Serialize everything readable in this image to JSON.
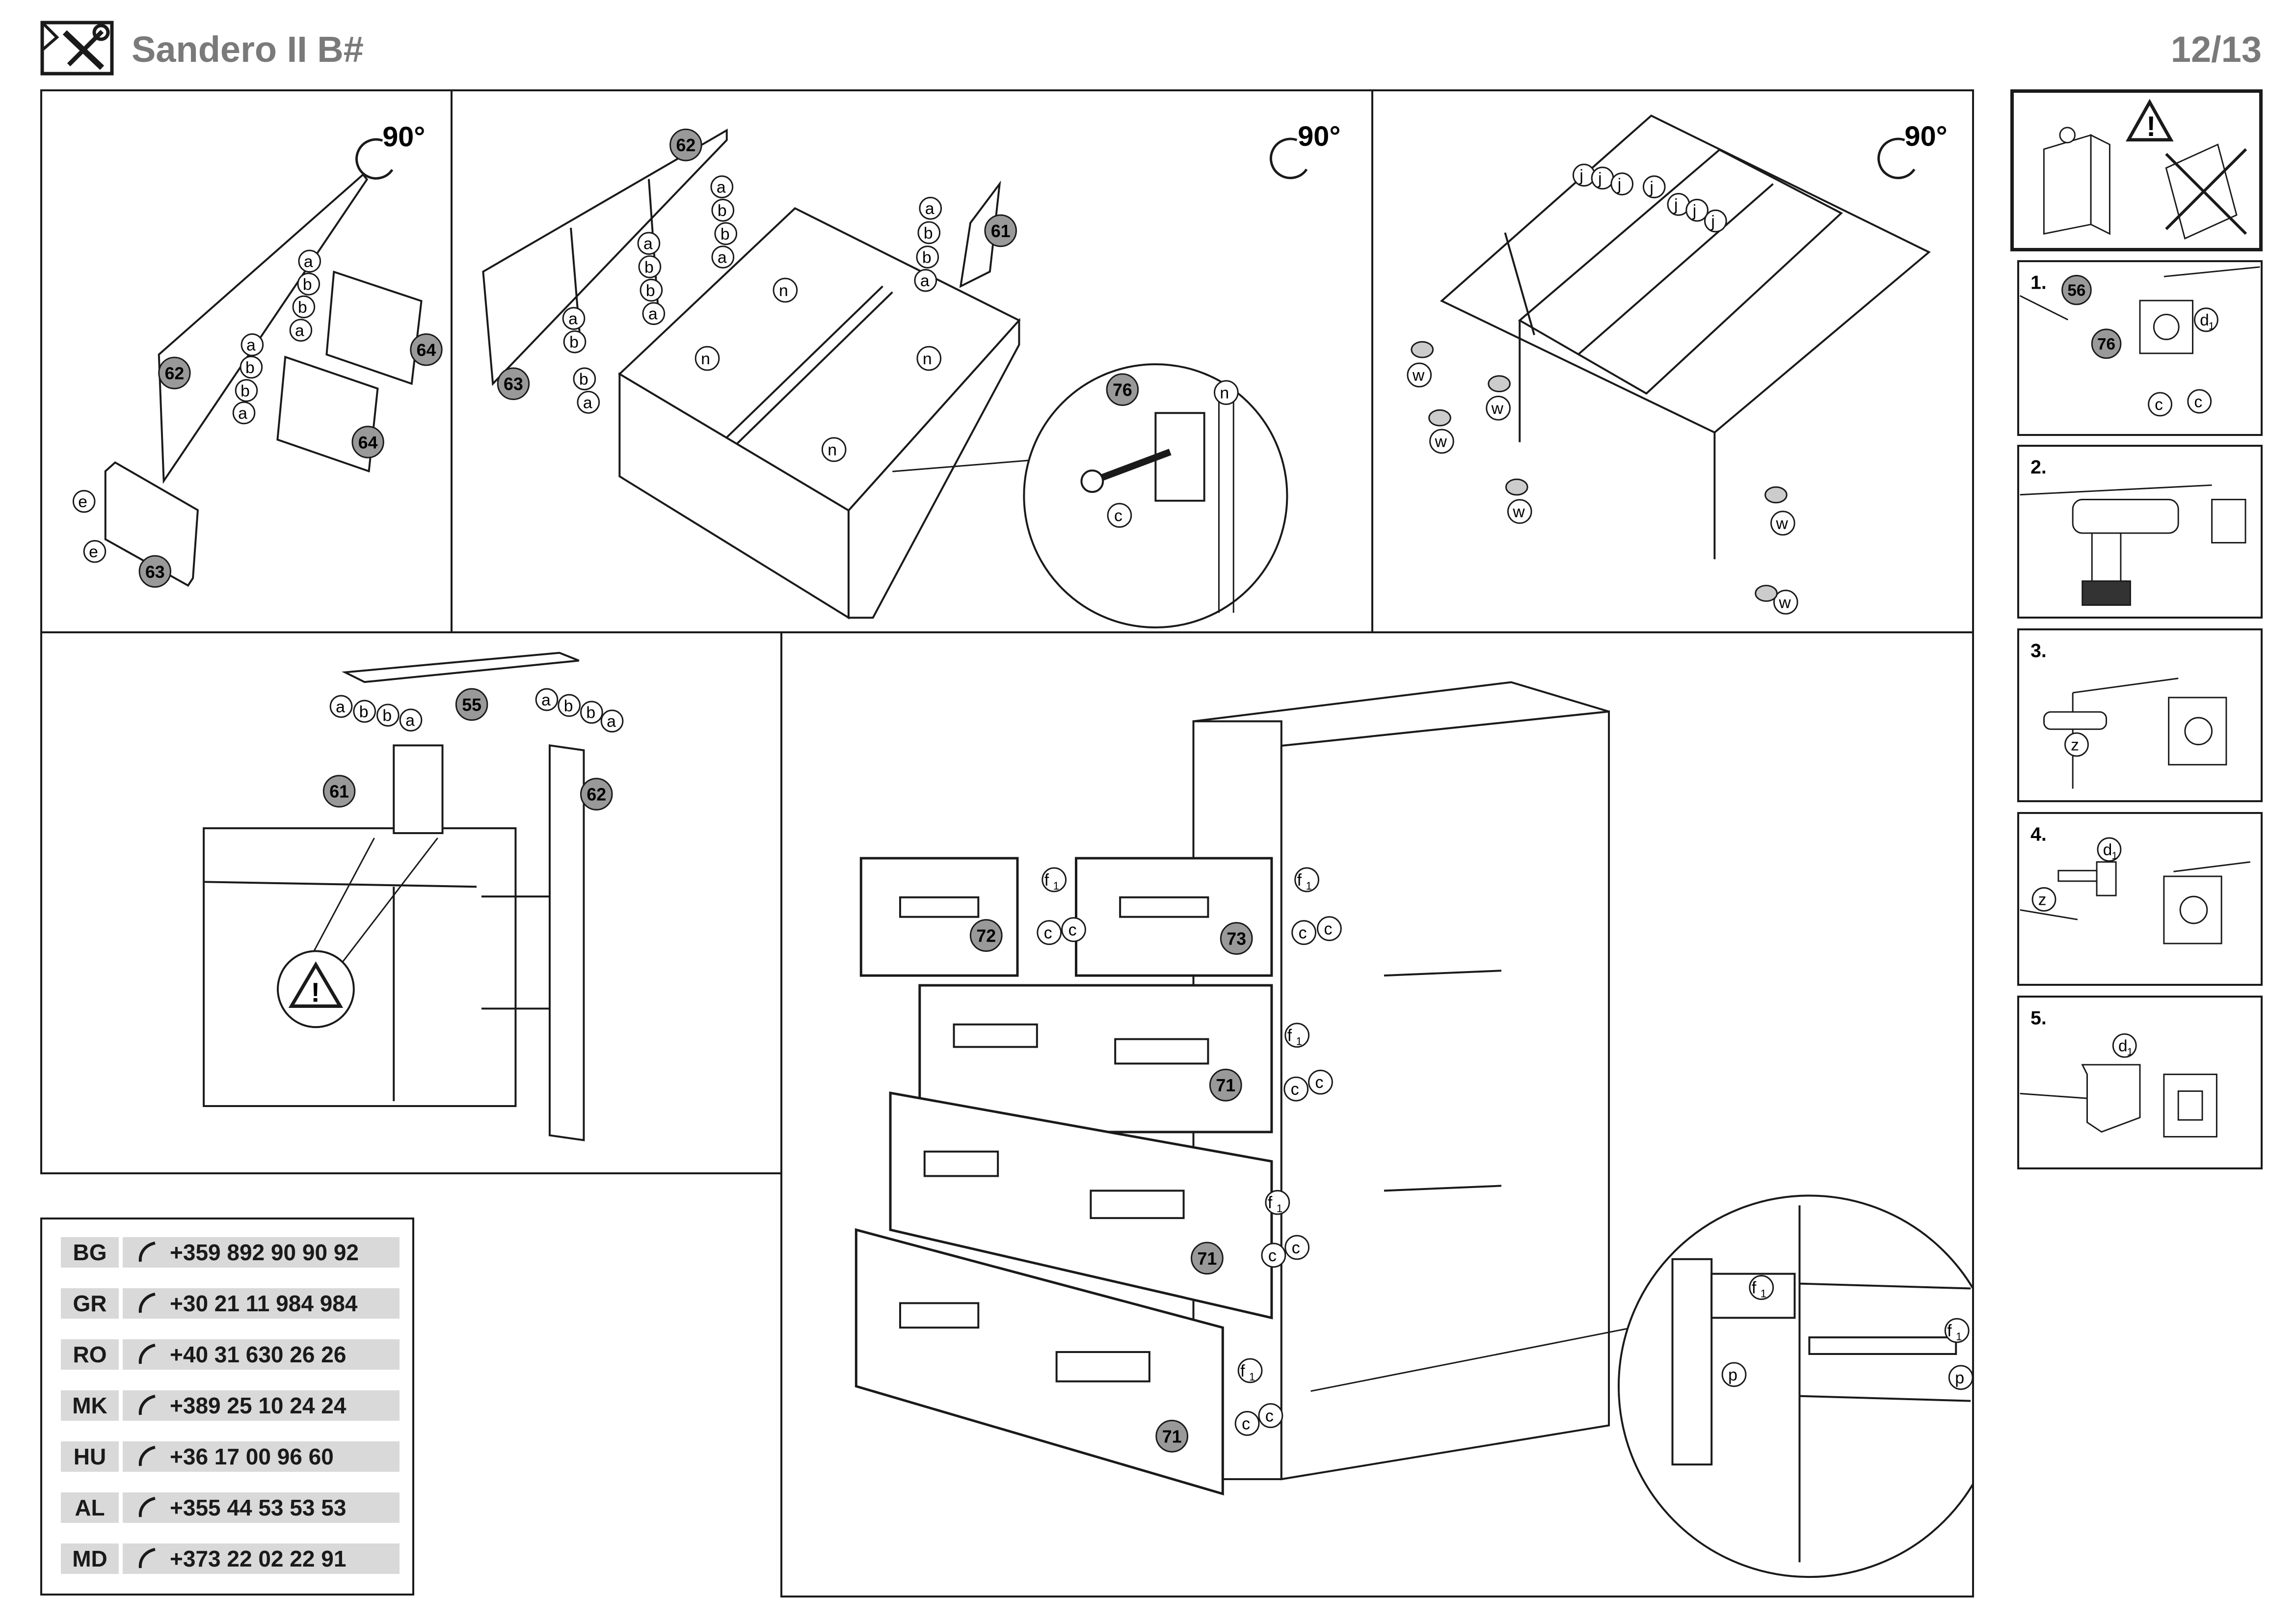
{
  "header": {
    "title": "Sandero II B#",
    "page": "12/13",
    "icon": "tools-icon"
  },
  "rotation": "90°",
  "parts": {
    "p55": "55",
    "p56": "56",
    "p61": "61",
    "p62": "62",
    "p63": "63",
    "p64": "64",
    "p71": "71",
    "p72": "72",
    "p73": "73",
    "p76": "76"
  },
  "hardware": {
    "a": "a",
    "b": "b",
    "c": "c",
    "e": "e",
    "j": "j",
    "n": "n",
    "w": "w",
    "p": "p",
    "z": "z",
    "d1": "d",
    "d1_sub": "1",
    "f1": "f",
    "f1_sub": "1"
  },
  "steps": [
    "1.",
    "2.",
    "3.",
    "4.",
    "5."
  ],
  "warning_icon": "warning-triangle-icon",
  "contacts": [
    {
      "code": "BG",
      "phone": "+359 892 90 90 92"
    },
    {
      "code": "GR",
      "phone": "+30 21 11 984 984"
    },
    {
      "code": "RO",
      "phone": "+40 31 630 26 26"
    },
    {
      "code": "MK",
      "phone": "+389 25 10 24 24"
    },
    {
      "code": "HU",
      "phone": "+36 17 00 96 60"
    },
    {
      "code": "AL",
      "phone": "+355 44 53 53 53"
    },
    {
      "code": "MD",
      "phone": "+373 22 02 22 91"
    }
  ]
}
